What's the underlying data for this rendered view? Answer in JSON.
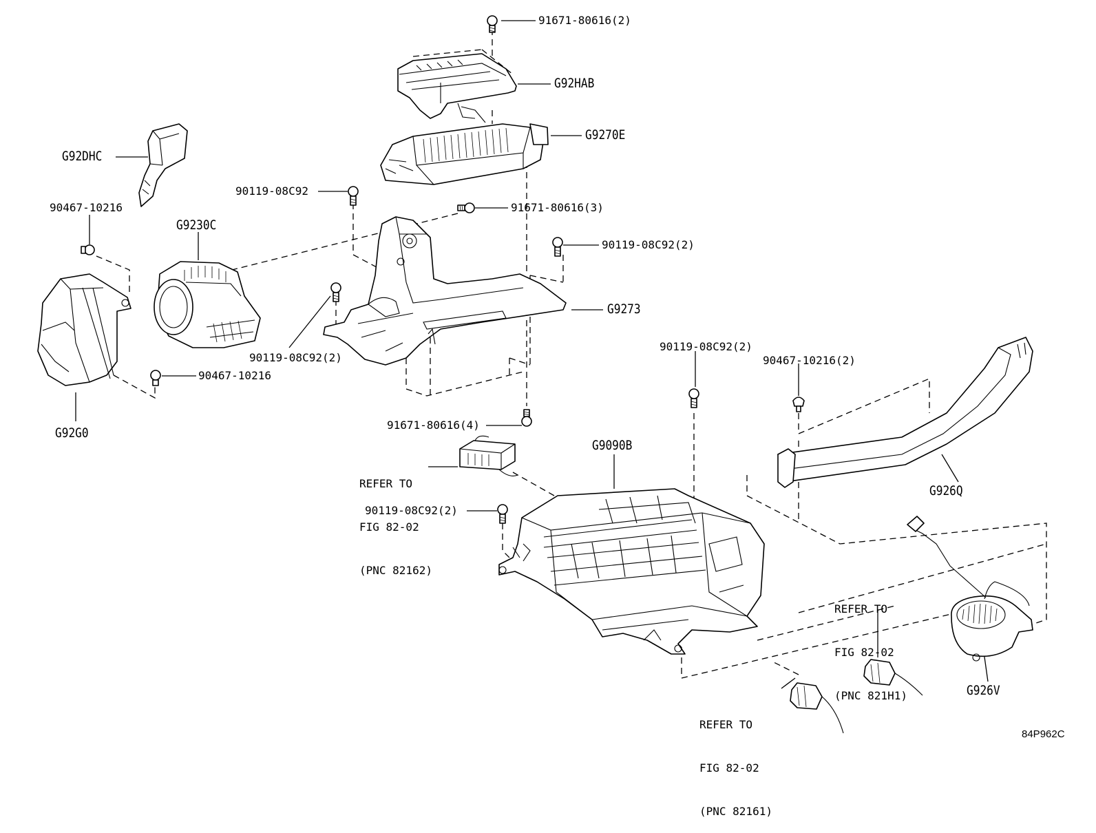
{
  "labels": {
    "bolt_top": "91671-80616(2)",
    "g92hab": "G92HAB",
    "g9270e": "G9270E",
    "g92dhc": "G92DHC",
    "bolt_90119_a": "90119-08C92",
    "bolt_91671_3": "91671-80616(3)",
    "clip_90467_a": "90467-10216",
    "g9230c": "G9230C",
    "bolt_90119_b": "90119-08C92(2)",
    "g9273": "G9273",
    "bolt_90119_c": "90119-08C92(2)",
    "clip_90467_b": "90467-10216",
    "g92g0": "G92G0",
    "bolt_90119_d": "90119-08C92(2)",
    "clip_90467_c": "90467-10216(2)",
    "bolt_91671_4": "91671-80616(4)",
    "g9090b": "G9090B",
    "bolt_90119_e": "90119-08C92(2)",
    "g926q": "G926Q",
    "g926v": "G926V"
  },
  "references": {
    "ref_82162": [
      "REFER TO",
      "FIG 82-02",
      "(PNC 82162)"
    ],
    "ref_821h1": [
      "REFER TO",
      "FIG 82-02",
      "(PNC 821H1)"
    ],
    "ref_82161": [
      "REFER TO",
      "FIG 82-02",
      "(PNC 82161)"
    ]
  },
  "diagram_code": "84P962C"
}
